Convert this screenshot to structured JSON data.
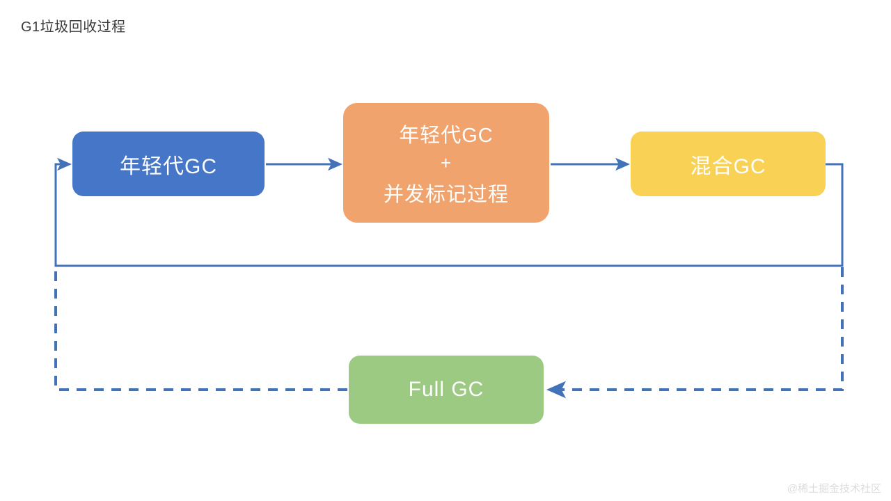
{
  "title": "G1垃圾回收过程",
  "watermark": "@稀土掘金技术社区",
  "colors": {
    "young_gc": "#4576c8",
    "young_gc_concurrent": "#f0a36c",
    "mixed_gc": "#f9d154",
    "full_gc": "#9cca82",
    "connector": "#4272b8",
    "title_text": "#3b3b3b",
    "node_text": "#ffffff",
    "background": "#ffffff"
  },
  "nodes": {
    "young_gc": {
      "label": "年轻代GC"
    },
    "young_gc_concurrent": {
      "line1": "年轻代GC",
      "line2": "+",
      "line3": "并发标记过程"
    },
    "mixed_gc": {
      "label": "混合GC"
    },
    "full_gc": {
      "label": "Full GC"
    }
  },
  "connectors": [
    {
      "name": "young-to-concurrent",
      "from": "young_gc",
      "to": "young_gc_concurrent",
      "style": "solid",
      "arrow": "end"
    },
    {
      "name": "concurrent-to-mixed",
      "from": "young_gc_concurrent",
      "to": "mixed_gc",
      "style": "solid",
      "arrow": "end"
    },
    {
      "name": "mixed-back-to-young",
      "from": "mixed_gc",
      "to": "young_gc",
      "style": "solid",
      "arrow": "end"
    },
    {
      "name": "mixed-to-full-gc",
      "from": "mixed_gc",
      "to": "full_gc",
      "style": "dashed",
      "arrow": "end"
    },
    {
      "name": "full-gc-to-young",
      "from": "full_gc",
      "to": "young_gc",
      "style": "dashed",
      "arrow": "none"
    }
  ]
}
